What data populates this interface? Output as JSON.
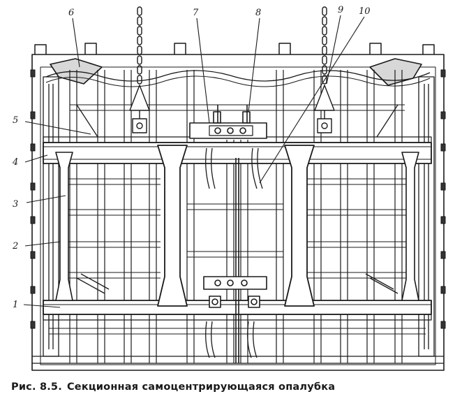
{
  "figure": {
    "callouts": [
      "1",
      "2",
      "3",
      "4",
      "5",
      "6",
      "7",
      "8",
      "9",
      "10"
    ],
    "caption": {
      "prefix": "Рис. 8.5.",
      "text": "Секционная самоцентрирующаяся опалубка"
    }
  }
}
